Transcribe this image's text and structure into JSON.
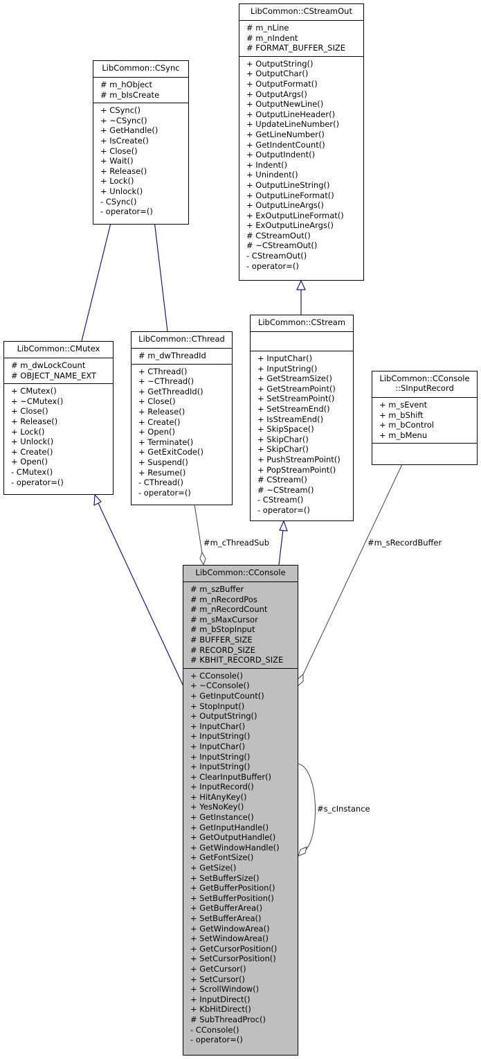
{
  "classes": {
    "cstreamout": {
      "title": [
        "LibCommon::CStreamOut"
      ],
      "attributes": [
        "# m_nLine",
        "# m_nIndent",
        "# FORMAT_BUFFER_SIZE"
      ],
      "methods": [
        "+ OutputString()",
        "+ OutputChar()",
        "+ OutputFormat()",
        "+ OutputArgs()",
        "+ OutputNewLine()",
        "+ OutputLineHeader()",
        "+ UpdateLineNumber()",
        "+ GetLineNumber()",
        "+ GetIndentCount()",
        "+ OutputIndent()",
        "+ Indent()",
        "+ Unindent()",
        "+ OutputLineString()",
        "+ OutputLineFormat()",
        "+ OutputLineArgs()",
        "+ ExOutputLineFormat()",
        "+ ExOutputLineArgs()",
        "# CStreamOut()",
        "# ~CStreamOut()",
        "- CStreamOut()",
        "- operator=()"
      ]
    },
    "csync": {
      "title": [
        "LibCommon::CSync"
      ],
      "attributes": [
        "# m_hObject",
        "# m_bIsCreate"
      ],
      "methods": [
        "+ CSync()",
        "+ ~CSync()",
        "+ GetHandle()",
        "+ IsCreate()",
        "+ Close()",
        "+ Wait()",
        "+ Release()",
        "+ Lock()",
        "+ Unlock()",
        "- CSync()",
        "- operator=()"
      ]
    },
    "cmutex": {
      "title": [
        "LibCommon::CMutex"
      ],
      "attributes": [
        "# m_dwLockCount",
        "# OBJECT_NAME_EXT"
      ],
      "methods": [
        "+ CMutex()",
        "+ ~CMutex()",
        "+ Close()",
        "+ Release()",
        "+ Lock()",
        "+ Unlock()",
        "+ Create()",
        "+ Open()",
        "- CMutex()",
        "- operator=()"
      ]
    },
    "cthread": {
      "title": [
        "LibCommon::CThread"
      ],
      "attributes": [
        "# m_dwThreadId"
      ],
      "methods": [
        "+ CThread()",
        "+ ~CThread()",
        "+ GetThreadId()",
        "+ Close()",
        "+ Release()",
        "+ Create()",
        "+ Open()",
        "+ Terminate()",
        "+ GetExitCode()",
        "+ Suspend()",
        "+ Resume()",
        "- CThread()",
        "- operator=()"
      ]
    },
    "cstream": {
      "title": [
        "LibCommon::CStream"
      ],
      "attributes": [],
      "methods": [
        "+ InputChar()",
        "+ InputString()",
        "+ GetStreamSize()",
        "+ GetStreamPoint()",
        "+ SetStreamPoint()",
        "+ SetStreamEnd()",
        "+ IsStreamEnd()",
        "+ SkipSpace()",
        "+ SkipChar()",
        "+ SkipChar()",
        "+ PushStreamPoint()",
        "+ PopStreamPoint()",
        "# CStream()",
        "# ~CStream()",
        "- CStream()",
        "- operator=()"
      ]
    },
    "sinputrecord": {
      "title": [
        "LibCommon::CConsole",
        "::SInputRecord"
      ],
      "attributes": [
        "+ m_sEvent",
        "+ m_bShift",
        "+ m_bControl",
        "+ m_bMenu"
      ],
      "methods": []
    },
    "cconsole": {
      "title": [
        "LibCommon::CConsole"
      ],
      "attributes": [
        "# m_szBuffer",
        "# m_nRecordPos",
        "# m_nRecordCount",
        "# m_sMaxCursor",
        "# m_bStopInput",
        "# BUFFER_SIZE",
        "# RECORD_SIZE",
        "# KBHIT_RECORD_SIZE"
      ],
      "methods": [
        "+ CConsole()",
        "+ ~CConsole()",
        "+ GetInputCount()",
        "+ StopInput()",
        "+ OutputString()",
        "+ InputChar()",
        "+ InputString()",
        "+ InputChar()",
        "+ InputString()",
        "+ InputString()",
        "+ ClearInputBuffer()",
        "+ InputRecord()",
        "+ HitAnyKey()",
        "+ YesNoKey()",
        "+ GetInstance()",
        "+ GetInputHandle()",
        "+ GetOutputHandle()",
        "+ GetWindowHandle()",
        "+ GetFontSize()",
        "+ GetSize()",
        "+ SetBufferSize()",
        "+ GetBufferPosition()",
        "+ SetBufferPosition()",
        "+ GetBufferArea()",
        "+ SetBufferArea()",
        "+ GetWindowArea()",
        "+ SetWindowArea()",
        "+ GetCursorPosition()",
        "+ SetCursorPosition()",
        "+ GetCursor()",
        "+ SetCursor()",
        "+ ScrollWindow()",
        "+ InputDirect()",
        "+ KbHitDirect()",
        "# SubThreadProc()",
        "- CConsole()",
        "- operator=()"
      ]
    }
  },
  "edge_labels": {
    "thread_sub": "#m_cThreadSub",
    "record_buffer": "#m_sRecordBuffer",
    "instance": "#s_cInstance"
  },
  "colors": {
    "inheritance_line": "#191970",
    "association_line": "#404040",
    "focus_fill": "#bfbfbf"
  }
}
